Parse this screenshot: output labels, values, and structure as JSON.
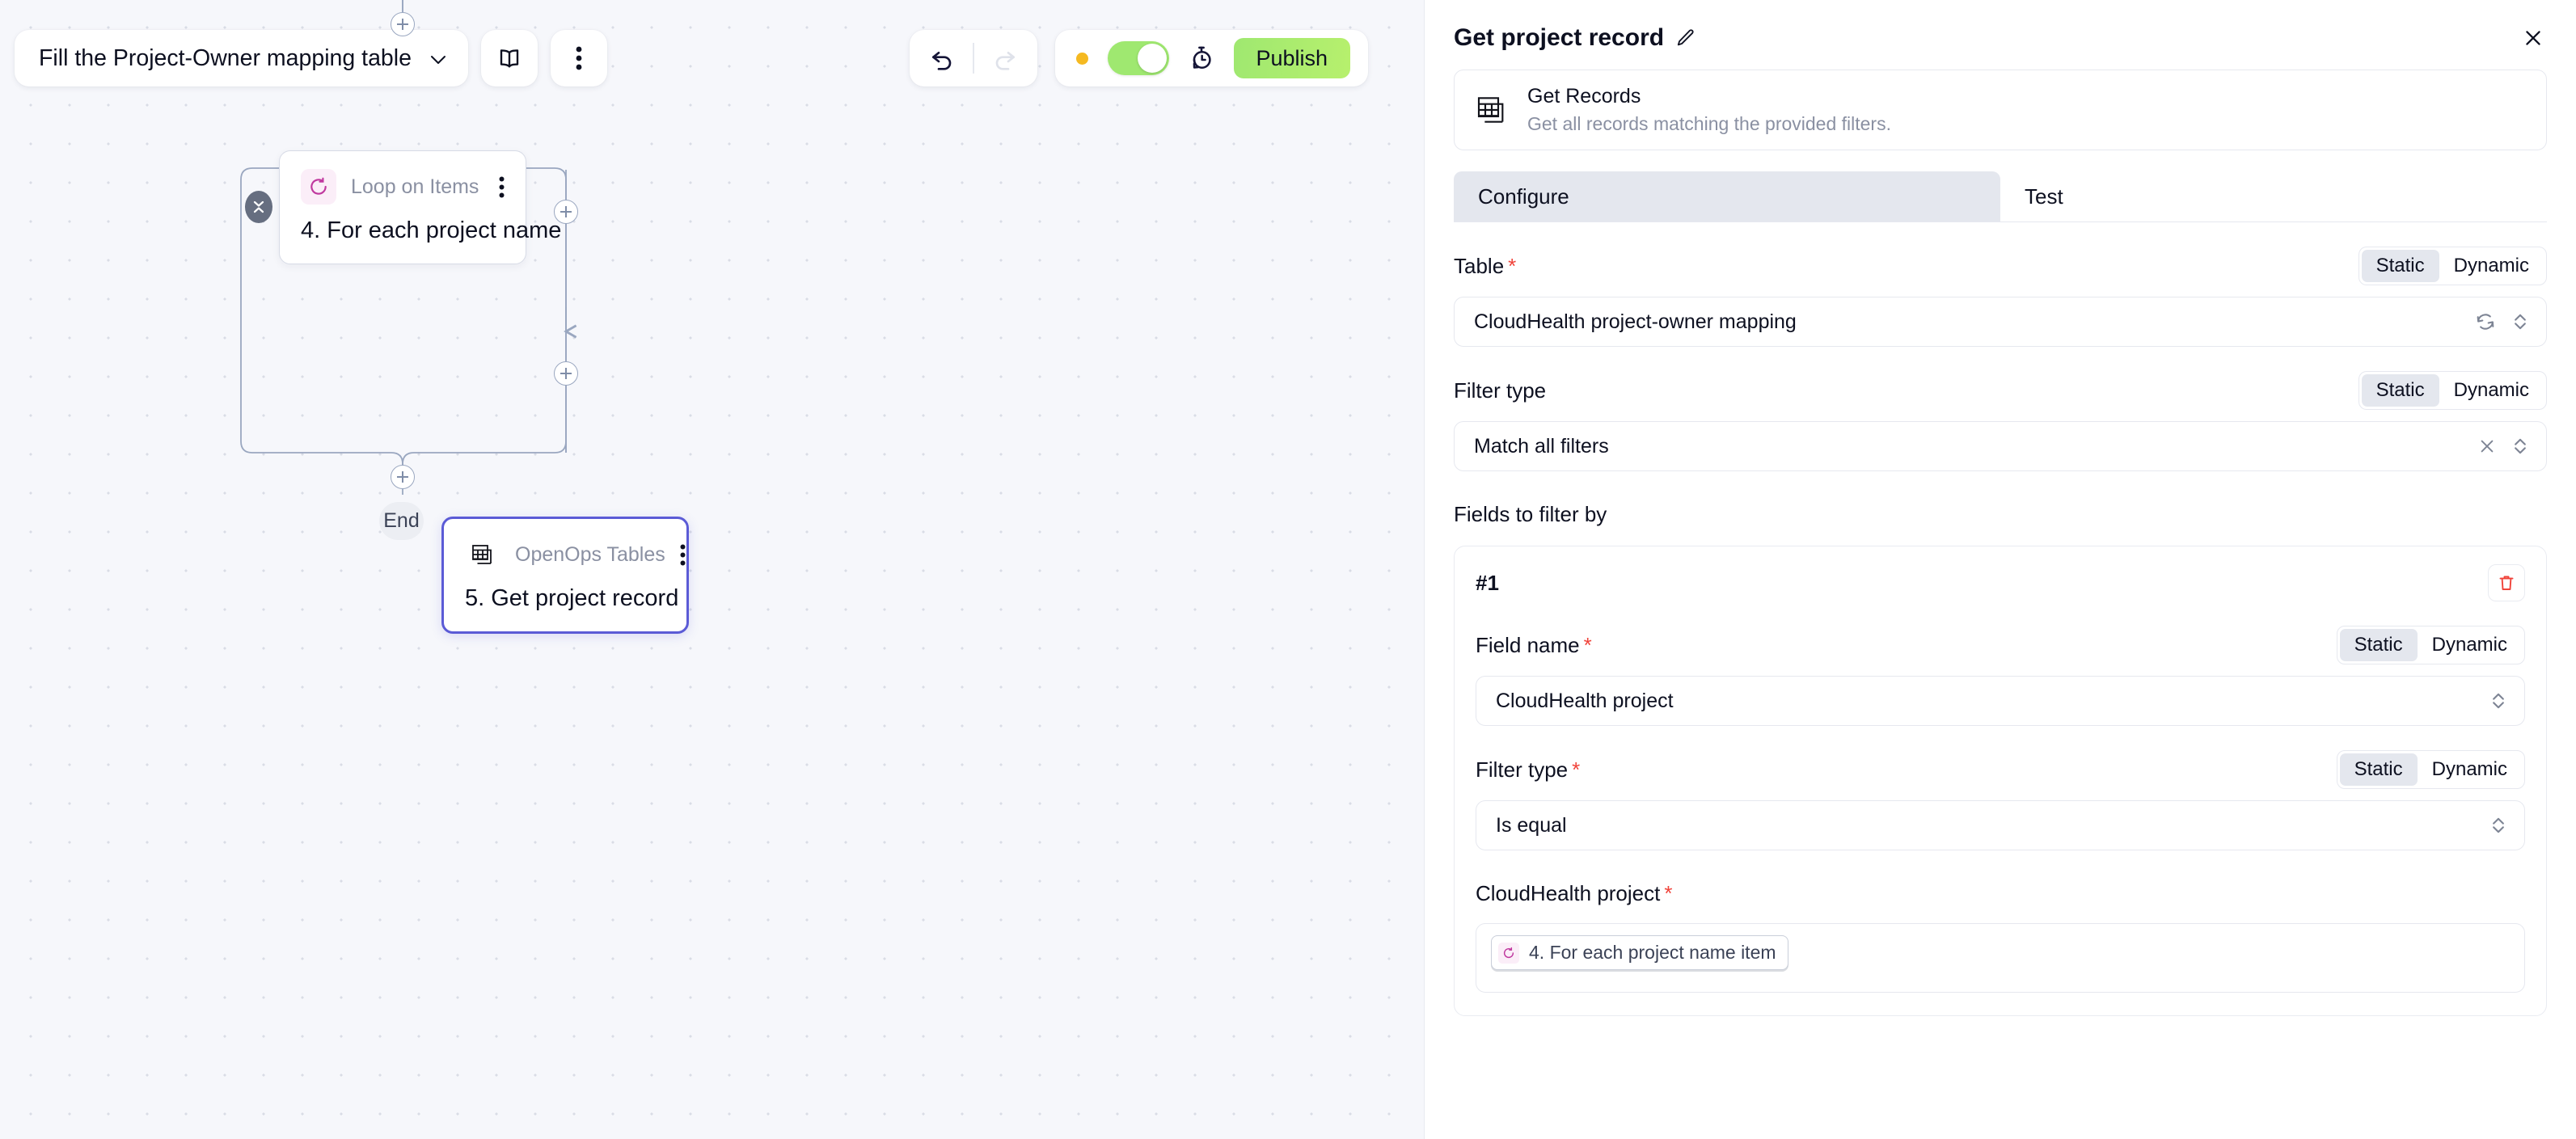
{
  "toolbar": {
    "flow_name": "Fill the Project-Owner mapping table",
    "chevron_icon": "chevron-down-icon",
    "docs_icon": "book-icon",
    "more_icon": "kebab-menu-icon",
    "undo_icon": "undo-icon",
    "redo_icon": "redo-icon",
    "status_dot_color": "#f5b921",
    "toggle_on": true,
    "toggle_color": "#9fe870",
    "history_icon": "stopwatch-history-icon",
    "publish_label": "Publish",
    "publish_color": "#9fe870"
  },
  "canvas": {
    "collapse_icon": "collapse-chevrons-icon",
    "add_icon": "plus-icon",
    "end_label": "End",
    "nodes": [
      {
        "id": "loop",
        "piece": "Loop on Items",
        "piece_icon": "loop-refresh-icon",
        "title": "4. For each project name",
        "kebab_icon": "kebab-menu-icon",
        "selected": false
      },
      {
        "id": "tables",
        "piece": "OpenOps Tables",
        "piece_icon": "stacked-table-icon",
        "title": "5. Get project record",
        "kebab_icon": "kebab-menu-icon",
        "selected": true
      }
    ]
  },
  "panel": {
    "title": "Get project record",
    "edit_icon": "pencil-icon",
    "close_icon": "close-icon",
    "piece_card": {
      "icon": "stacked-table-icon",
      "name": "Get Records",
      "description": "Get all records matching the provided filters."
    },
    "tabs": [
      {
        "label": "Configure",
        "active": true
      },
      {
        "label": "Test",
        "active": false
      }
    ],
    "fields": {
      "table": {
        "label": "Table",
        "required": true,
        "mode_static": "Static",
        "mode_dynamic": "Dynamic",
        "mode_selected": "Static",
        "value": "CloudHealth project-owner mapping",
        "refresh_icon": "refresh-icon",
        "chevrons_icon": "chevron-up-down-icon"
      },
      "filter_type": {
        "label": "Filter type",
        "required": false,
        "mode_static": "Static",
        "mode_dynamic": "Dynamic",
        "mode_selected": "Static",
        "value": "Match all filters",
        "clear_icon": "clear-x-icon",
        "chevrons_icon": "chevron-up-down-icon"
      },
      "fields_to_filter_by": {
        "label": "Fields to filter by"
      }
    },
    "filter_rows": [
      {
        "index_label": "#1",
        "delete_icon": "trash-icon",
        "delete_color": "#f0433a",
        "field_name": {
          "label": "Field name",
          "required": true,
          "mode_static": "Static",
          "mode_dynamic": "Dynamic",
          "mode_selected": "Static",
          "value": "CloudHealth project",
          "chevrons_icon": "chevron-up-down-icon"
        },
        "filter_type": {
          "label": "Filter type",
          "required": true,
          "mode_static": "Static",
          "mode_dynamic": "Dynamic",
          "mode_selected": "Static",
          "value": "Is equal",
          "chevrons_icon": "chevron-up-down-icon"
        },
        "value_field": {
          "label": "CloudHealth project",
          "required": true,
          "chip_icon": "loop-refresh-icon",
          "chip_text": "4. For each project name item"
        }
      }
    ]
  }
}
